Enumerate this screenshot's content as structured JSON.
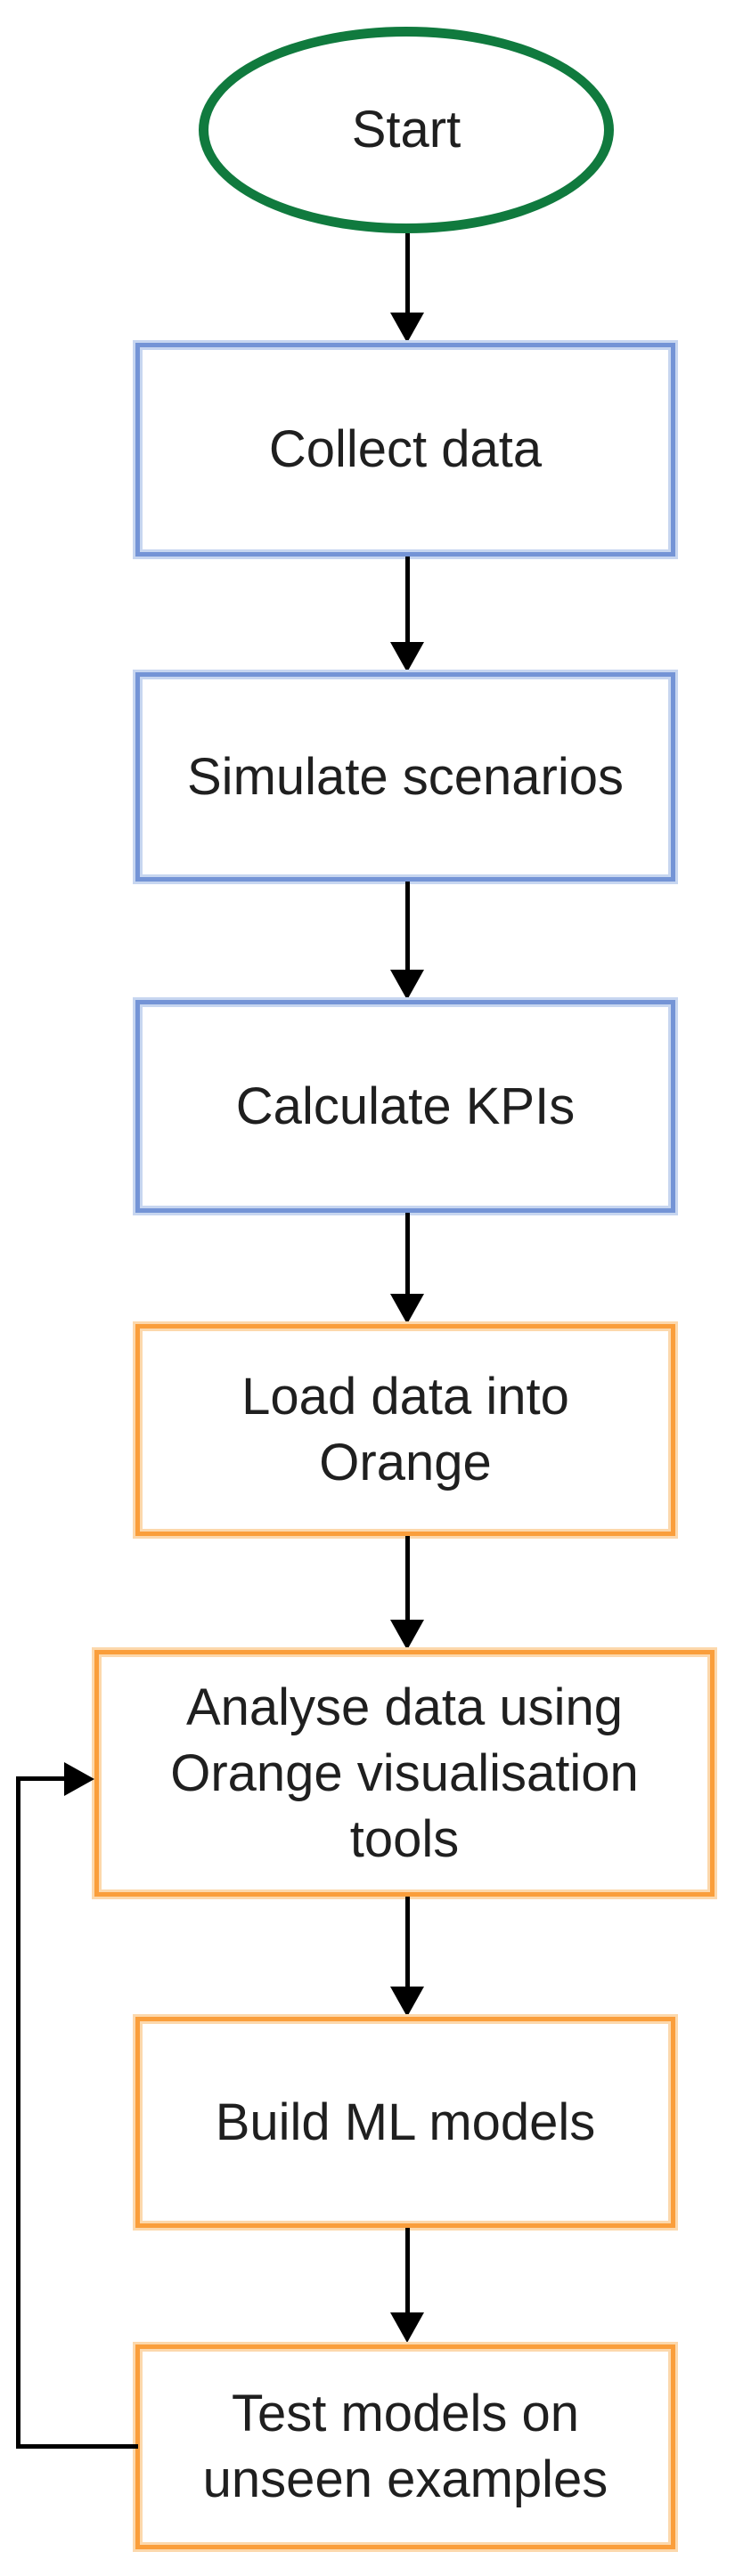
{
  "diagram": {
    "type": "flowchart",
    "background": "#ffffff",
    "nodes": [
      {
        "id": "start",
        "shape": "ellipse",
        "label": "Start",
        "stroke_color": "#107a3e"
      },
      {
        "id": "collect-data",
        "shape": "rect",
        "label": "Collect data",
        "stroke_color": "#7494d6"
      },
      {
        "id": "simulate-scenarios",
        "shape": "rect",
        "label": "Simulate scenarios",
        "stroke_color": "#7494d6"
      },
      {
        "id": "calculate-kpis",
        "shape": "rect",
        "label": "Calculate KPIs",
        "stroke_color": "#7494d6"
      },
      {
        "id": "load-data-into-orange",
        "shape": "rect",
        "label": "Load data into Orange",
        "stroke_color": "#fa9e3b"
      },
      {
        "id": "analyse-data",
        "shape": "rect",
        "label": "Analyse data using Orange visualisation tools",
        "stroke_color": "#fa9e3b"
      },
      {
        "id": "build-ml-models",
        "shape": "rect",
        "label": "Build ML models",
        "stroke_color": "#fa9e3b"
      },
      {
        "id": "test-models",
        "shape": "rect",
        "label": "Test models on unseen examples",
        "stroke_color": "#fa9e3b"
      }
    ],
    "edges": [
      {
        "from": "start",
        "to": "collect-data",
        "style": "arrow-down"
      },
      {
        "from": "collect-data",
        "to": "simulate-scenarios",
        "style": "arrow-down"
      },
      {
        "from": "simulate-scenarios",
        "to": "calculate-kpis",
        "style": "arrow-down"
      },
      {
        "from": "calculate-kpis",
        "to": "load-data-into-orange",
        "style": "arrow-down"
      },
      {
        "from": "load-data-into-orange",
        "to": "analyse-data",
        "style": "arrow-down"
      },
      {
        "from": "analyse-data",
        "to": "build-ml-models",
        "style": "arrow-down"
      },
      {
        "from": "build-ml-models",
        "to": "test-models",
        "style": "arrow-down"
      },
      {
        "from": "test-models",
        "to": "analyse-data",
        "style": "feedback-loop-left"
      }
    ],
    "colors": {
      "green_stroke": "#107a3e",
      "blue_stroke": "#7494d6",
      "blue_halo": "#c7d6f0",
      "orange_stroke": "#fa9e3b",
      "orange_halo": "#fcd8ac",
      "arrow": "#000000",
      "text": "#1f1f1f"
    }
  }
}
